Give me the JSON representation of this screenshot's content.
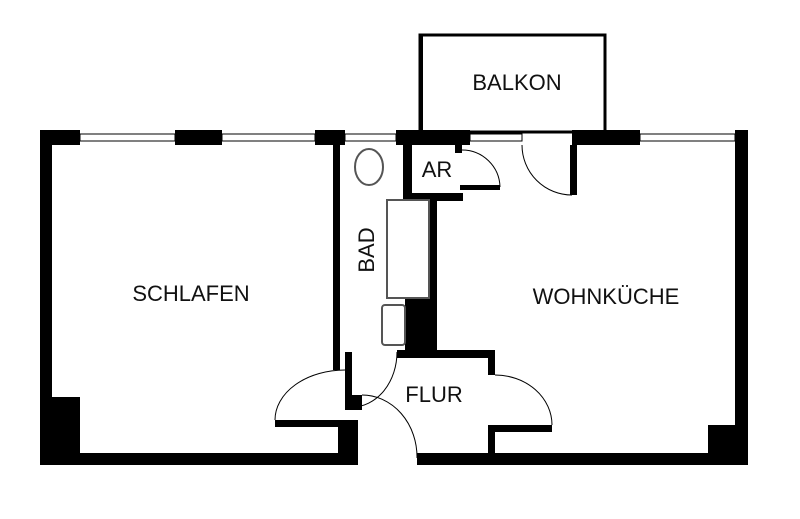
{
  "plan": {
    "rooms": {
      "balkon": "BALKON",
      "ar": "AR",
      "bad": "BAD",
      "schlafen": "SCHLAFEN",
      "wohnkueche": "WOHNKÜCHE",
      "flur": "FLUR"
    },
    "colors": {
      "wall": "#000000",
      "background": "#ffffff"
    }
  }
}
